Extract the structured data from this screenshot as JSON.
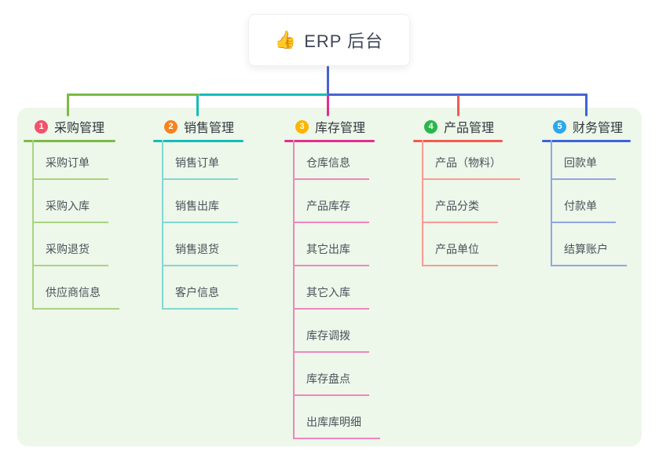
{
  "root": {
    "icon": "👍",
    "label": "ERP 后台",
    "connector_color": "#4a62d2"
  },
  "canvas": {
    "background": "#ffffff",
    "panel_background": "#edf7ea"
  },
  "branches": [
    {
      "badge": "1",
      "badge_color": "#f4516c",
      "line_color": "#7cb946",
      "light_line_color": "#a9d383",
      "title": "采购管理",
      "children": [
        "采购订单",
        "采购入库",
        "采购退货",
        "供应商信息"
      ]
    },
    {
      "badge": "2",
      "badge_color": "#f7831f",
      "line_color": "#15bdb9",
      "light_line_color": "#82d8d2",
      "title": "销售管理",
      "children": [
        "销售订单",
        "销售出库",
        "销售退货",
        "客户信息"
      ]
    },
    {
      "badge": "3",
      "badge_color": "#ffb400",
      "line_color": "#e0308e",
      "light_line_color": "#ef86bf",
      "title": "库存管理",
      "children": [
        "仓库信息",
        "产品库存",
        "其它出库",
        "其它入库",
        "库存调拨",
        "库存盘点",
        "出库库明细"
      ]
    },
    {
      "badge": "4",
      "badge_color": "#2bb64d",
      "line_color": "#f25b52",
      "light_line_color": "#f79b94",
      "title": "产品管理",
      "children": [
        "产品（物料）",
        "产品分类",
        "产品单位"
      ]
    },
    {
      "badge": "5",
      "badge_color": "#2ba8ec",
      "line_color": "#3e63d9",
      "light_line_color": "#93a5e3",
      "title": "财务管理",
      "children": [
        "回款单",
        "付款单",
        "结算账户"
      ]
    }
  ]
}
